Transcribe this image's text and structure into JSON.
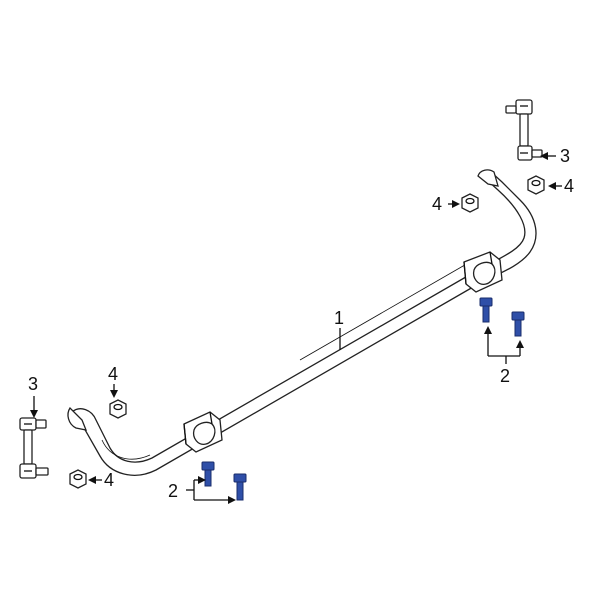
{
  "diagram": {
    "callouts": {
      "bar": "1",
      "bolts_front": "2",
      "bolts_rear": "2",
      "link_left": "3",
      "link_right": "3",
      "nut_left_upper": "4",
      "nut_left_lower": "4",
      "nut_right_a": "4",
      "nut_right_b": "4"
    },
    "colors": {
      "line": "#222222",
      "bolt": "#2f4fa8",
      "bolt_dark": "#1a2c6b",
      "background": "#ffffff"
    }
  }
}
